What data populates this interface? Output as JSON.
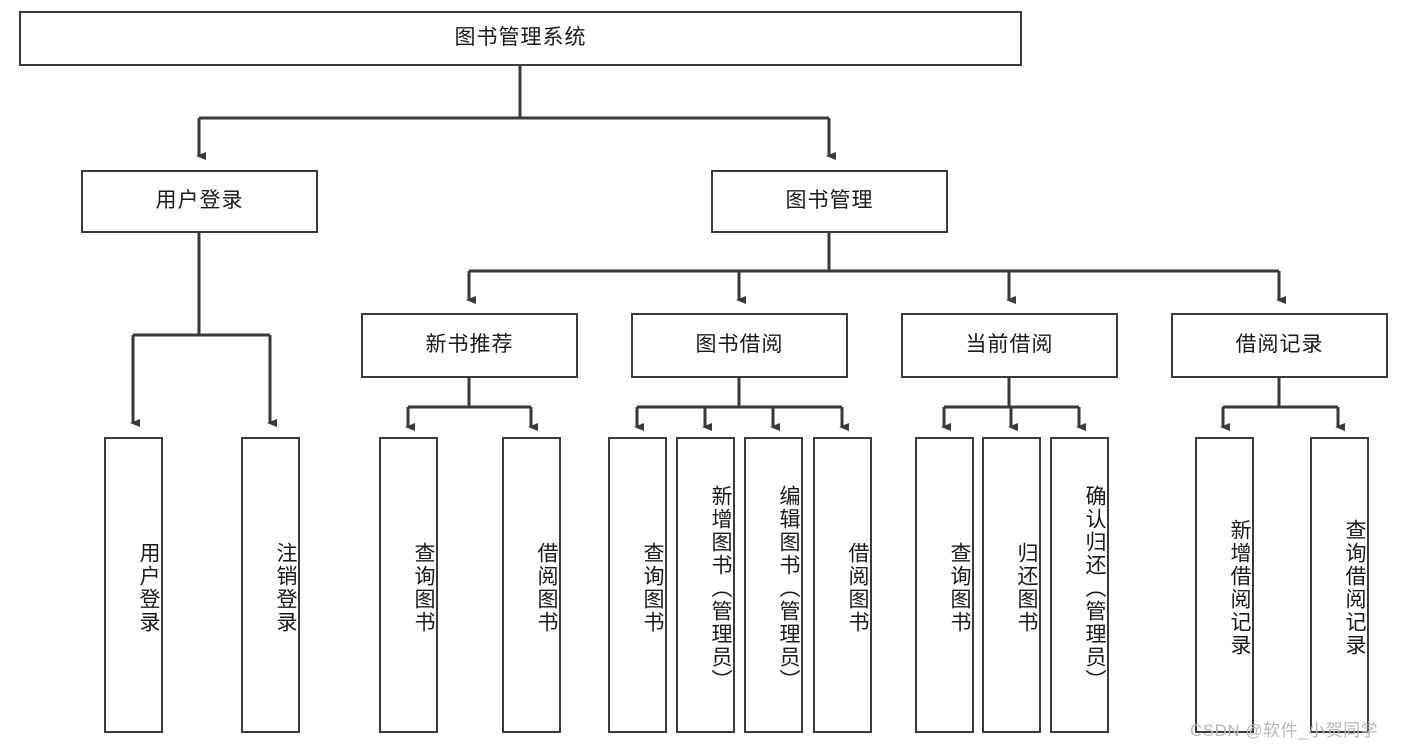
{
  "diagram": {
    "title": "图书管理系统",
    "watermark": "CSDN @软件_小贺同学",
    "colors": {
      "stroke": "#3a3a3a",
      "fill": "#ffffff",
      "text": "#1a1a1a",
      "watermark": "#b8b8b8"
    },
    "nodes": {
      "root": {
        "label": "图书管理系统"
      },
      "level1": [
        {
          "label": "用户登录"
        },
        {
          "label": "图书管理"
        }
      ],
      "level2": [
        {
          "label": "新书推荐"
        },
        {
          "label": "图书借阅"
        },
        {
          "label": "当前借阅"
        },
        {
          "label": "借阅记录"
        }
      ],
      "leaves_user_login": [
        {
          "label": "用户登录"
        },
        {
          "label": "注销登录"
        }
      ],
      "leaves_new_book": [
        {
          "label": "查询图书"
        },
        {
          "label": "借阅图书"
        }
      ],
      "leaves_borrow": [
        {
          "label": "查询图书"
        },
        {
          "label": "新增图书（管理员）"
        },
        {
          "label": "编辑图书（管理员）"
        },
        {
          "label": "借阅图书"
        }
      ],
      "leaves_current": [
        {
          "label": "查询图书"
        },
        {
          "label": "归还图书"
        },
        {
          "label": "确认归还（管理员）"
        }
      ],
      "leaves_record": [
        {
          "label": "新增借阅记录"
        },
        {
          "label": "查询借阅记录"
        }
      ]
    }
  }
}
